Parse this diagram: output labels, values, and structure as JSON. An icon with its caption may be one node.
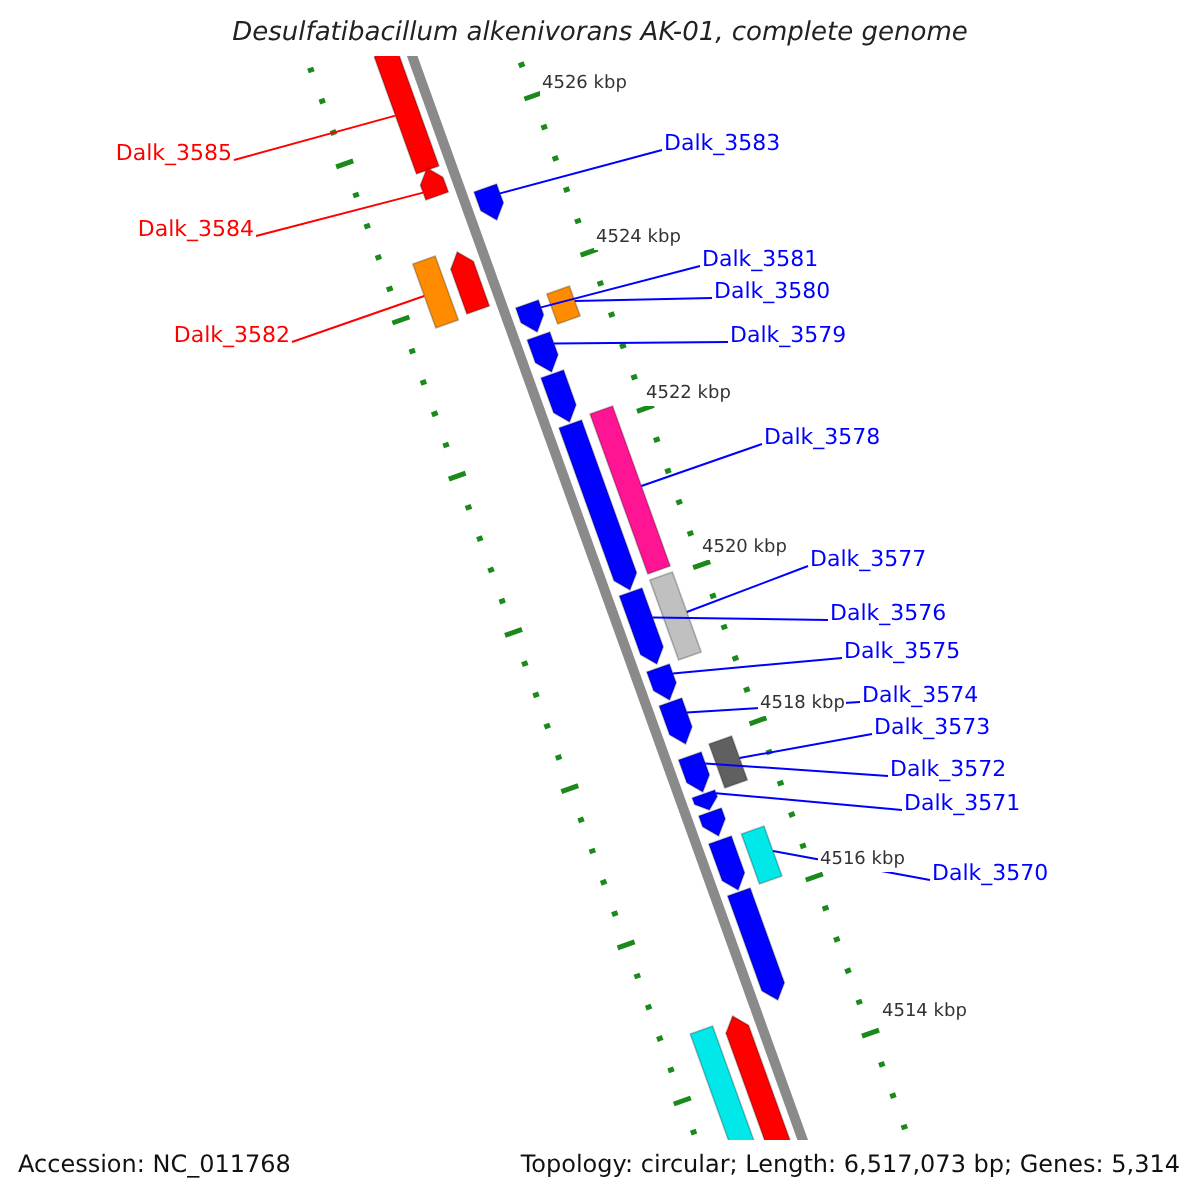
{
  "diagram": {
    "title": "Desulfatibacillum alkenivorans AK-01, complete genome",
    "nodes": [
      {
        "text": [
          "Dalk_3583"
        ]
      },
      {
        "text": [
          "Dalk_3585"
        ]
      },
      {
        "text": [
          "Dalk_3584"
        ]
      },
      {
        "text": [
          "Dalk_3581"
        ]
      },
      {
        "text": [
          "Dalk_3580"
        ]
      },
      {
        "text": [
          "Dalk_3582"
        ]
      },
      {
        "text": [
          "Dalk_3579"
        ]
      },
      {
        "text": [
          "Dalk_3578"
        ]
      },
      {
        "text": [
          "Dalk_3577"
        ]
      },
      {
        "text": [
          "Dalk_3576"
        ]
      },
      {
        "text": [
          "Dalk_3575"
        ]
      },
      {
        "text": [
          "Dalk_3574"
        ]
      },
      {
        "text": [
          "Dalk_3573"
        ]
      },
      {
        "text": [
          "Dalk_3572"
        ]
      },
      {
        "text": [
          "Dalk_3571"
        ]
      },
      {
        "text": [
          "Dalk_3570"
        ]
      },
      {
        "text": [],
        "shape": "arrow"
      },
      {
        "text": [],
        "shape": "arrow"
      },
      {
        "text": [],
        "shape": "arrow"
      },
      {
        "text": [],
        "shape": "arrow"
      },
      {
        "text": [],
        "shape": "bar"
      },
      {
        "text": [],
        "shape": "bar"
      },
      {
        "text": [],
        "shape": "arrow"
      },
      {
        "text": [],
        "shape": "arrow"
      },
      {
        "text": [],
        "shape": "arrow"
      },
      {
        "text": [],
        "shape": "bar"
      },
      {
        "text": [],
        "shape": "arrow"
      },
      {
        "text": [],
        "shape": "bar"
      },
      {
        "text": [],
        "shape": "arrow"
      },
      {
        "text": [],
        "shape": "arrow"
      },
      {
        "text": [],
        "shape": "arrow"
      },
      {
        "text": [],
        "shape": "bar"
      },
      {
        "text": [],
        "shape": "arrow"
      },
      {
        "text": [],
        "shape": "arrow"
      },
      {
        "text": [],
        "shape": "arrow"
      },
      {
        "text": [],
        "shape": "bar"
      },
      {
        "text": [],
        "shape": "arrow"
      },
      {
        "text": [],
        "shape": "arrow"
      },
      {
        "text": [],
        "shape": "arrow"
      },
      {
        "text": [],
        "shape": "bar"
      }
    ],
    "edges": [
      {
        "from": 0,
        "to": 18,
        "arrow": "none"
      },
      {
        "from": 1,
        "to": 16,
        "arrow": "none",
        "color": "#ff0000"
      },
      {
        "from": 2,
        "to": 17,
        "arrow": "none",
        "color": "#ff0000"
      },
      {
        "from": 3,
        "to": 22,
        "arrow": "none"
      },
      {
        "from": 4,
        "to": 21,
        "arrow": "none"
      },
      {
        "from": 5,
        "to": 20,
        "arrow": "none",
        "color": "#ff0000"
      },
      {
        "from": 6,
        "to": 23,
        "arrow": "none"
      },
      {
        "from": 7,
        "to": 25,
        "arrow": "none"
      },
      {
        "from": 8,
        "to": 27,
        "arrow": "none"
      },
      {
        "from": 9,
        "to": 28,
        "arrow": "none"
      },
      {
        "from": 10,
        "to": 29,
        "arrow": "none"
      },
      {
        "from": 11,
        "to": 30,
        "arrow": "none"
      },
      {
        "from": 12,
        "to": 31,
        "arrow": "none"
      },
      {
        "from": 13,
        "to": 32,
        "arrow": "none"
      },
      {
        "from": 14,
        "to": 33,
        "arrow": "none"
      },
      {
        "from": 15,
        "to": 35,
        "arrow": "none"
      }
    ],
    "labels": [
      "4526 kbp",
      "4524 kbp",
      "4522 kbp",
      "4520 kbp",
      "4518 kbp",
      "4516 kbp",
      "4514 kbp",
      "Accession: NC_011768",
      "Topology: circular; Length: 6,517,073 bp; Genes: 5,314"
    ]
  }
}
